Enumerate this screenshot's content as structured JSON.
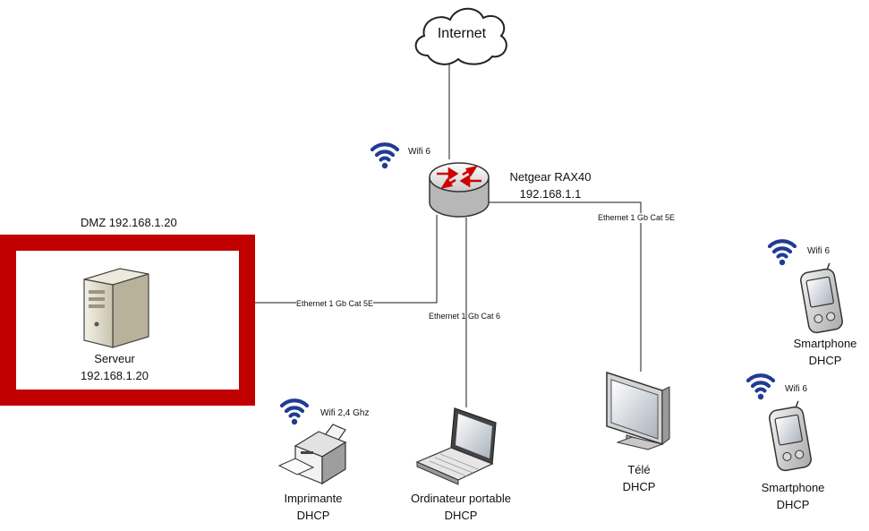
{
  "colors": {
    "dmz_frame": "#c00000",
    "wifi": "#1f3b95",
    "line": "#1a1a1a"
  },
  "internet": {
    "label": "Internet"
  },
  "router": {
    "name": "Netgear RAX40",
    "ip": "192.168.1.1",
    "wifi": "Wifi 6"
  },
  "dmz": {
    "title": "DMZ 192.168.1.20"
  },
  "server": {
    "name": "Serveur",
    "ip": "192.168.1.20"
  },
  "links": {
    "server": "Ethernet 1 Gb Cat 5E",
    "laptop": "Ethernet 1 Gb Cat 6",
    "tv": "Ethernet 1 Gb Cat 5E"
  },
  "printer": {
    "name": "Imprimante",
    "mode": "DHCP",
    "wifi": "Wifi 2,4 Ghz"
  },
  "laptop": {
    "name": "Ordinateur portable",
    "mode": "DHCP"
  },
  "tv": {
    "name": "Télé",
    "mode": "DHCP"
  },
  "smartphone1": {
    "name": "Smartphone",
    "mode": "DHCP",
    "wifi": "Wifi 6"
  },
  "smartphone2": {
    "name": "Smartphone",
    "mode": "DHCP",
    "wifi": "Wifi 6"
  },
  "icons": {
    "internet": "cloud-icon",
    "router": "router-icon",
    "server": "server-icon",
    "printer": "printer-icon",
    "laptop": "laptop-icon",
    "tv": "monitor-icon",
    "smartphone": "smartphone-icon",
    "wifi": "wifi-icon"
  }
}
